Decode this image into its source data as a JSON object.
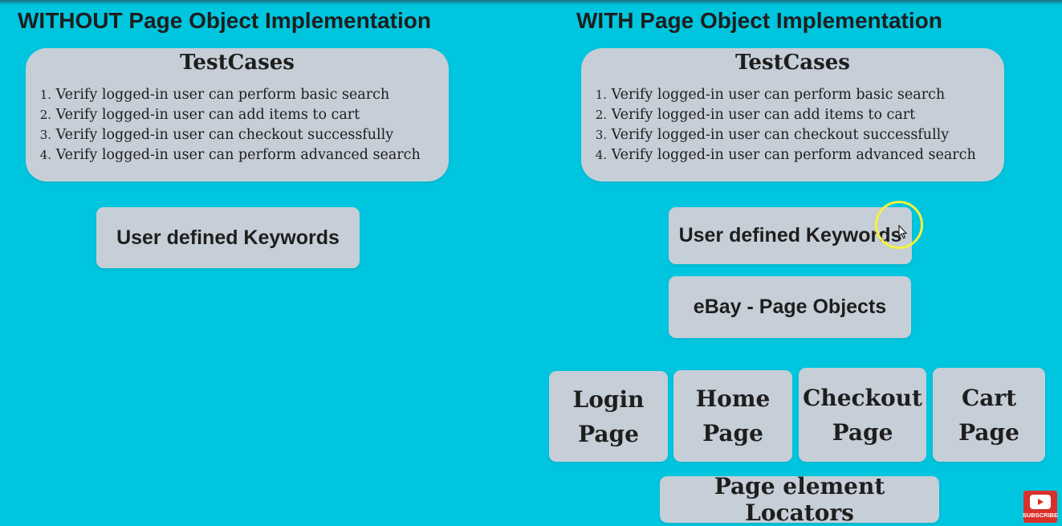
{
  "left": {
    "heading": "WITHOUT Page Object Implementation",
    "testcases": {
      "title": "TestCases",
      "items": [
        {
          "num": "1.",
          "text": "Verify logged-in user can perform basic search"
        },
        {
          "num": "2.",
          "text": "Verify logged-in user can add items to cart"
        },
        {
          "num": "3.",
          "text": "Verify logged-in user can checkout successfully"
        },
        {
          "num": "4.",
          "text": "Verify logged-in user can perform advanced search"
        }
      ]
    },
    "keywords_label": "User defined Keywords"
  },
  "right": {
    "heading": "WITH Page Object Implementation",
    "testcases": {
      "title": "TestCases",
      "items": [
        {
          "num": "1.",
          "text": "Verify logged-in user can perform basic search"
        },
        {
          "num": "2.",
          "text": "Verify logged-in user can add items to cart"
        },
        {
          "num": "3.",
          "text": "Verify logged-in user can checkout successfully"
        },
        {
          "num": "4.",
          "text": "Verify logged-in user can perform advanced search"
        }
      ]
    },
    "keywords_label": "User defined Keywords",
    "page_objects_label": "eBay - Page Objects",
    "pages": {
      "login": {
        "line1": "Login",
        "line2": "Page"
      },
      "home": {
        "line1": "Home",
        "line2": "Page"
      },
      "checkout": {
        "line1": "Checkout",
        "line2": "Page"
      },
      "cart": {
        "line1": "Cart",
        "line2": "Page"
      }
    },
    "locators_label": "Page element Locators"
  },
  "youtube_badge": {
    "label": "SUBSCRIBE",
    "icon": "youtube-play-icon"
  },
  "colors": {
    "background": "#00c5de",
    "box": "#c6ced7",
    "text": "#1e1e1e",
    "cursor_highlight": "#f6f23a",
    "badge": "#d9302b"
  }
}
